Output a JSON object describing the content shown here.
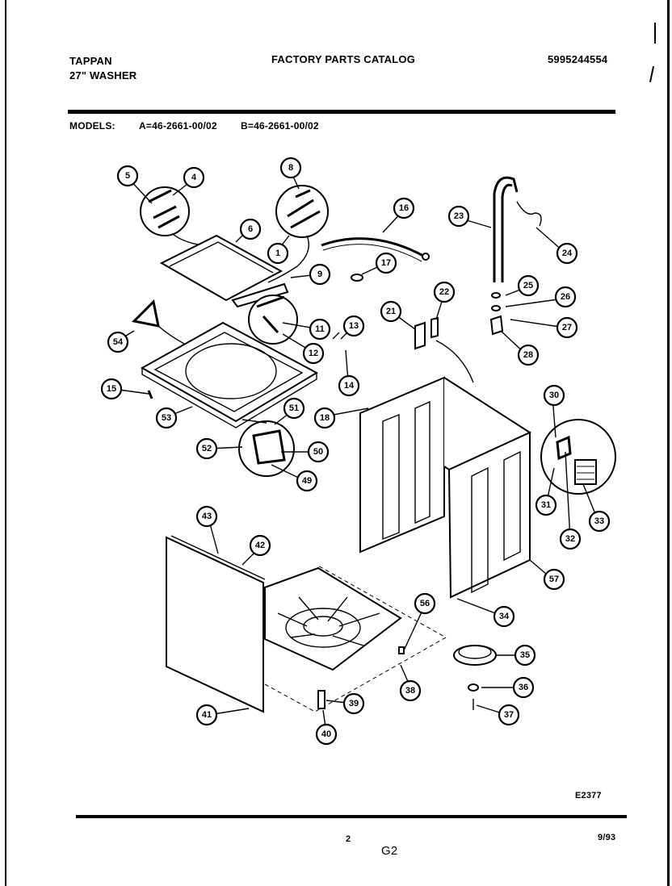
{
  "header": {
    "brand": "TAPPAN",
    "product": "27\" WASHER",
    "catalog_title": "FACTORY PARTS CATALOG",
    "catalog_number": "5995244554",
    "models_label": "MODELS:",
    "model_a": "A=46-2661-00/02",
    "model_b": "B=46-2661-00/02"
  },
  "diagram": {
    "callouts": [
      "1",
      "4",
      "5",
      "6",
      "8",
      "9",
      "11",
      "12",
      "13",
      "14",
      "15",
      "16",
      "17",
      "18",
      "21",
      "22",
      "23",
      "24",
      "25",
      "26",
      "27",
      "28",
      "30",
      "31",
      "32",
      "33",
      "34",
      "35",
      "36",
      "37",
      "38",
      "39",
      "40",
      "41",
      "42",
      "43",
      "49",
      "50",
      "51",
      "52",
      "53",
      "54",
      "56",
      "57"
    ]
  },
  "footer": {
    "drawing_code": "E2377",
    "page_number": "2",
    "section": "G2",
    "date": "9/93"
  }
}
